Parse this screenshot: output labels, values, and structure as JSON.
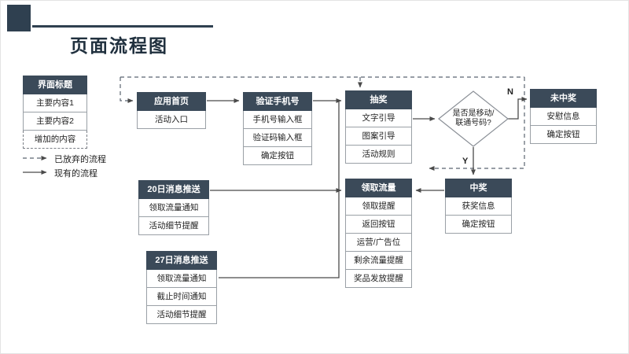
{
  "title": "页面流程图",
  "legend": {
    "header": "界面标题",
    "row1": "主要内容1",
    "row2": "主要内容2",
    "added": "增加的内容",
    "abandoned": "已放弃的流程",
    "current": "现有的流程"
  },
  "nodes": [
    {
      "header": "应用首页",
      "rows": [
        "活动入口"
      ]
    },
    {
      "header": "验证手机号",
      "rows": [
        "手机号输入框",
        "验证码输入框",
        "确定按钮"
      ]
    },
    {
      "header": "抽奖",
      "rows": [
        "文字引导",
        "图案引导",
        "活动规则"
      ]
    },
    {
      "header": "未中奖",
      "rows": [
        "安慰信息",
        "确定按钮"
      ]
    },
    {
      "header": "中奖",
      "rows": [
        "获奖信息",
        "确定按钮"
      ]
    },
    {
      "header": "领取流量",
      "rows": [
        "领取提醒",
        "返回按钮",
        "运营/广告位",
        "剩余流量提醒",
        "奖品发放提醒"
      ]
    },
    {
      "header": "20日消息推送",
      "rows": [
        "领取流量通知",
        "活动细节提醒"
      ]
    },
    {
      "header": "27日消息推送",
      "rows": [
        "领取流量通知",
        "截止时间通知",
        "活动细节提醒"
      ]
    }
  ],
  "decision": {
    "line1": "是否是移动/",
    "line2": "联通号码?",
    "yes": "Y",
    "no": "N"
  },
  "colors": {
    "accent": "#2F4050",
    "node_header_bg": "#3B4A59",
    "line": "#4a4a4a"
  }
}
